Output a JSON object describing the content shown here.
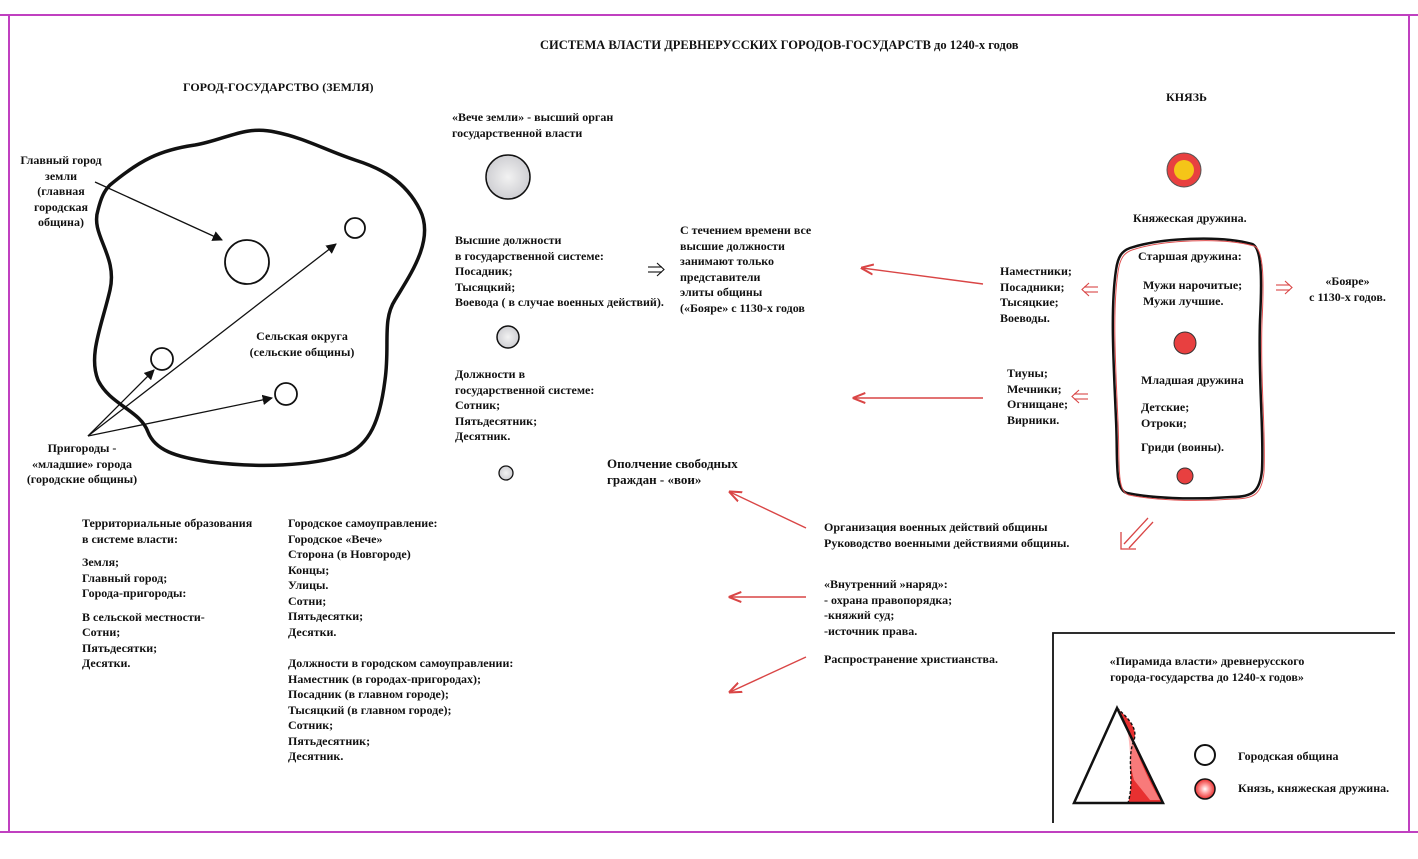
{
  "title": "СИСТЕМА  ВЛАСТИ  ДРЕВНЕРУССКИХ  ГОРОДОВ-ГОСУДАРСТВ   до 1240-х годов",
  "left": {
    "heading": "ГОРОД-ГОСУДАРСТВО  (ЗЕМЛЯ)",
    "main_city": [
      "Главный  город",
      "земли",
      "(главная",
      "городская",
      "община)"
    ],
    "rural": [
      "Сельская  округа",
      "(сельские общины)"
    ],
    "suburbs": [
      "Пригороды -",
      "«младшие» города",
      "(городские общины)"
    ]
  },
  "veche": [
    "«Вече земли» - высший  орган",
    "государственной  власти"
  ],
  "high_posts": [
    "Высшие   должности",
    "в государственной системе:",
    "Посадник;",
    "Тысяцкий;",
    "Воевода ( в случае военных действий)."
  ],
  "posts": [
    "Должности в",
    "государственной  системе:",
    "Сотник;",
    "Пятьдесятник;",
    "Десятник."
  ],
  "militia": [
    "Ополчение свободных",
    "граждан - «вои»"
  ],
  "over_time": [
    "С течением времени все",
    "высшие должности",
    "занимают только",
    "представители",
    "элиты общины",
    "(«Бояре» с 1130-х годов"
  ],
  "prince": {
    "heading": "КНЯЗЬ",
    "druzhina": "Княжеская дружина.",
    "senior": "Старшая дружина:",
    "senior_items": [
      "Мужи нарочитые;",
      "Мужи лучшие."
    ],
    "junior": "Младшая дружина",
    "junior_items": [
      "Детские;",
      "Отроки;"
    ],
    "gridi": "Гриди (воины)."
  },
  "namestniki": [
    "Наместники;",
    "Посадники;",
    "Тысяцкие;",
    "Воеводы."
  ],
  "tiuny": [
    "Тиуны;",
    "Мечники;",
    "Огнищане;",
    "Вирники."
  ],
  "boyars": [
    "«Бояре»",
    "с 1130-х годов."
  ],
  "territorial": [
    "Территориальные образования",
    "в системе власти:",
    "",
    "Земля;",
    "Главный город;",
    "Города-пригороды:",
    "",
    "В сельской местности-",
    "Сотни;",
    "Пятьдесятки;",
    "Десятки."
  ],
  "self_gov": [
    "Городское самоуправление:",
    "Городское «Вече»",
    "Сторона (в Новгороде)",
    "Концы;",
    "Улицы.",
    "Сотни;",
    "Пятьдесятки;",
    "Десятки."
  ],
  "self_gov_posts": [
    "Должности в городском самоуправлении:",
    "Наместник  (в городах-пригородах);",
    "Посадник   (в главном городе);",
    "Тысяцкий  (в главном городе);",
    "Сотник;",
    "Пятьдесятник;",
    "Десятник."
  ],
  "military_org": [
    "Организация военных действий общины",
    "Руководство военными действиями общины."
  ],
  "inner_order": [
    "«Внутренний »наряд»:",
    "- охрана правопорядка;",
    "-княжий суд;",
    "-источник права."
  ],
  "christianity": "Распространение христианства.",
  "legend": {
    "title": [
      "«Пирамида власти»  древнерусского",
      "города-государства  до 1240-х годов»"
    ],
    "community": "Городская община",
    "prince_label": "Князь, княжеская  дружина."
  },
  "colors": {
    "border": "#c040c0",
    "arrow_red": "#d94545",
    "prince_red": "#e84040",
    "prince_core": "#f5c518"
  }
}
